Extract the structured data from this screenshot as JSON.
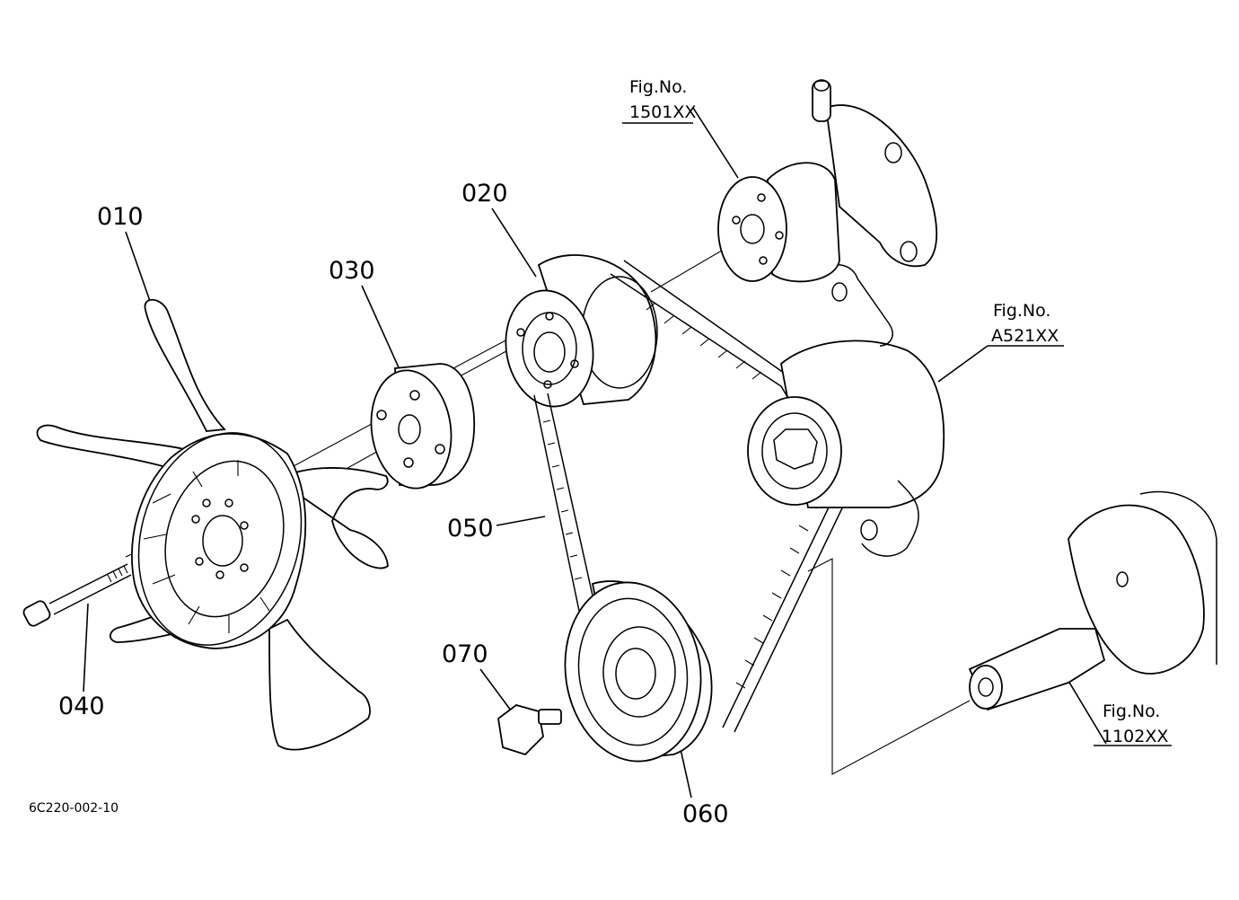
{
  "callouts": [
    {
      "id": "010",
      "text": "010"
    },
    {
      "id": "020",
      "text": "020"
    },
    {
      "id": "030",
      "text": "030"
    },
    {
      "id": "040",
      "text": "040"
    },
    {
      "id": "050",
      "text": "050"
    },
    {
      "id": "060",
      "text": "060"
    },
    {
      "id": "070",
      "text": "070"
    }
  ],
  "references": [
    {
      "title": "Fig.No.",
      "number": "1501XX"
    },
    {
      "title": "Fig.No.",
      "number": "A521XX"
    },
    {
      "title": "Fig.No.",
      "number": "1102XX"
    }
  ],
  "drawing_code": "6C220-002-10"
}
